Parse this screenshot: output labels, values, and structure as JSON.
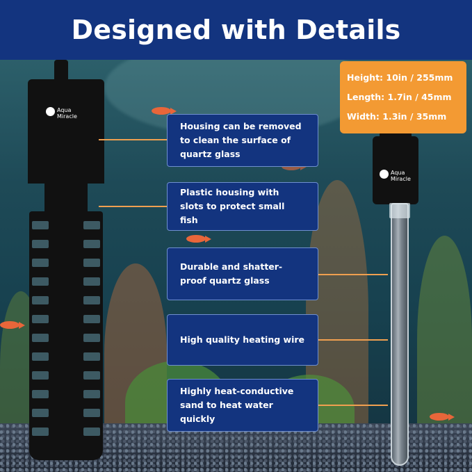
{
  "header": {
    "title": "Designed with Details"
  },
  "brand": {
    "name_line1": "Aqua",
    "name_line2": "Miracle"
  },
  "dimensions": {
    "height": "Height: 10in / 255mm",
    "length": "Length: 1.7in / 45mm",
    "width": "Width: 1.3in / 35mm"
  },
  "callouts": [
    {
      "text": "Housing can be removed to clean the surface of quartz glass"
    },
    {
      "text": "Plastic housing with slots to protect small fish"
    },
    {
      "text": "Durable and shatter-proof quartz glass"
    },
    {
      "text": "High quality heating wire"
    },
    {
      "text": "Highly heat-conductive sand to heat water quickly"
    }
  ],
  "colors": {
    "header_bg": "#13347f",
    "callout_bg": "#13347f",
    "callout_border": "#6f8fd0",
    "dims_bg": "#f39a33",
    "leader_line": "#f0a050"
  }
}
